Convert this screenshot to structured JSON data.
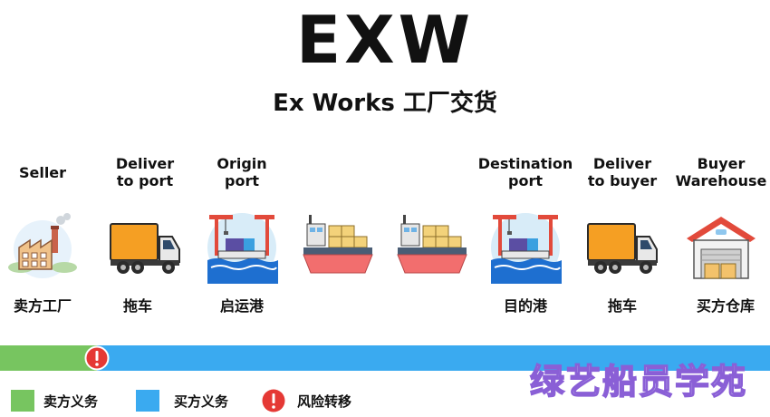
{
  "title": "EXW",
  "subtitle": "Ex Works 工厂交货",
  "stages": [
    {
      "en_lines": [
        "",
        "Seller"
      ],
      "zh": "卖方工厂",
      "icon": "factory-icon"
    },
    {
      "en_lines": [
        "Deliver",
        "to port"
      ],
      "zh": "拖车",
      "icon": "truck-icon"
    },
    {
      "en_lines": [
        "Origin",
        "port"
      ],
      "zh": "启运港",
      "icon": "port-crane-icon"
    },
    {
      "en_lines": [
        "",
        ""
      ],
      "zh": "",
      "icon": "cargo-ship-icon"
    },
    {
      "en_lines": [
        "",
        ""
      ],
      "zh": "",
      "icon": "cargo-ship-icon"
    },
    {
      "en_lines": [
        "Destination",
        "port"
      ],
      "zh": "目的港",
      "icon": "port-crane-icon"
    },
    {
      "en_lines": [
        "Deliver",
        "to buyer"
      ],
      "zh": "拖车",
      "icon": "truck-icon"
    },
    {
      "en_lines": [
        "Buyer",
        "Warehouse"
      ],
      "zh": "买方仓库",
      "icon": "warehouse-icon"
    }
  ],
  "responsibility": {
    "seller_fraction": 0.126,
    "risk_transfer_fraction": 0.126
  },
  "legend": [
    {
      "label": "卖方义务",
      "color": "#77c560",
      "icon": "green-swatch"
    },
    {
      "label": "买方义务",
      "color": "#3aaaf0",
      "icon": "blue-swatch"
    },
    {
      "label": "风险转移",
      "color": "#e53935",
      "icon": "risk-alert-icon"
    }
  ],
  "watermark": "绿艺船员学苑"
}
